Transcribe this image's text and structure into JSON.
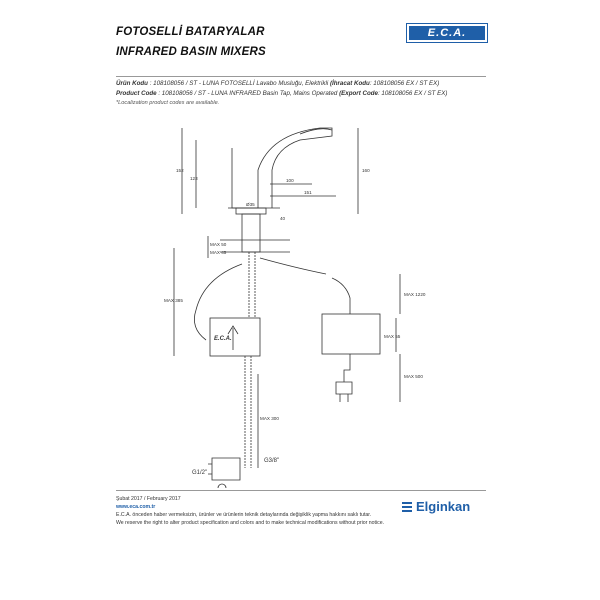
{
  "header": {
    "title_tr": "FOTOSELLİ BATARYALAR",
    "title_en": "INFRARED BASIN MIXERS",
    "logo_text": "E.C.A."
  },
  "codes": {
    "tr_label": "Ürün Kodu",
    "tr_value": ": 108108056 / ST - LUNA FOTOSELLİ Lavabo Musluğu, Elektrikli",
    "tr_export_label": "(İhracat Kodu",
    "tr_export_value": ": 108108056 EX / ST EX)",
    "en_label": "Product Code",
    "en_value": ": 108108056 / ST - LUNA INFRARED Basin Tap, Mains Operated",
    "en_export_label": "(Export Code",
    "en_export_value": ": 108108056 EX / ST EX)",
    "note": "*Localization product codes are available."
  },
  "drawing": {
    "dims": {
      "d152": "152",
      "d123": "123",
      "d100": "100",
      "d151": "151",
      "d160": "160",
      "d40": "40",
      "d35": "Ø35",
      "max50": "MAX 50",
      "max45": "MAX 45",
      "max385": "MAX 385",
      "max1220": "MAX 1220",
      "max55": "MAX 55",
      "max500": "MAX 500",
      "max300": "MAX 300"
    },
    "thread_half": "G1/2\"",
    "thread_38": "G3/8\"",
    "box_logo": "E.C.A."
  },
  "footer": {
    "date": "Şubat 2017 / February 2017",
    "website": "www.eca.com.tr",
    "disclaimer_tr": "E.C.A. önceden haber vermeksizin, ürünler ve ürünlerin teknik detaylarında değişiklik yapma hakkını saklı tutar.",
    "disclaimer_en": "We reserve the right to alter product specification and colors and to make technical modifications without prior notice.",
    "brand": "Elginkan"
  }
}
